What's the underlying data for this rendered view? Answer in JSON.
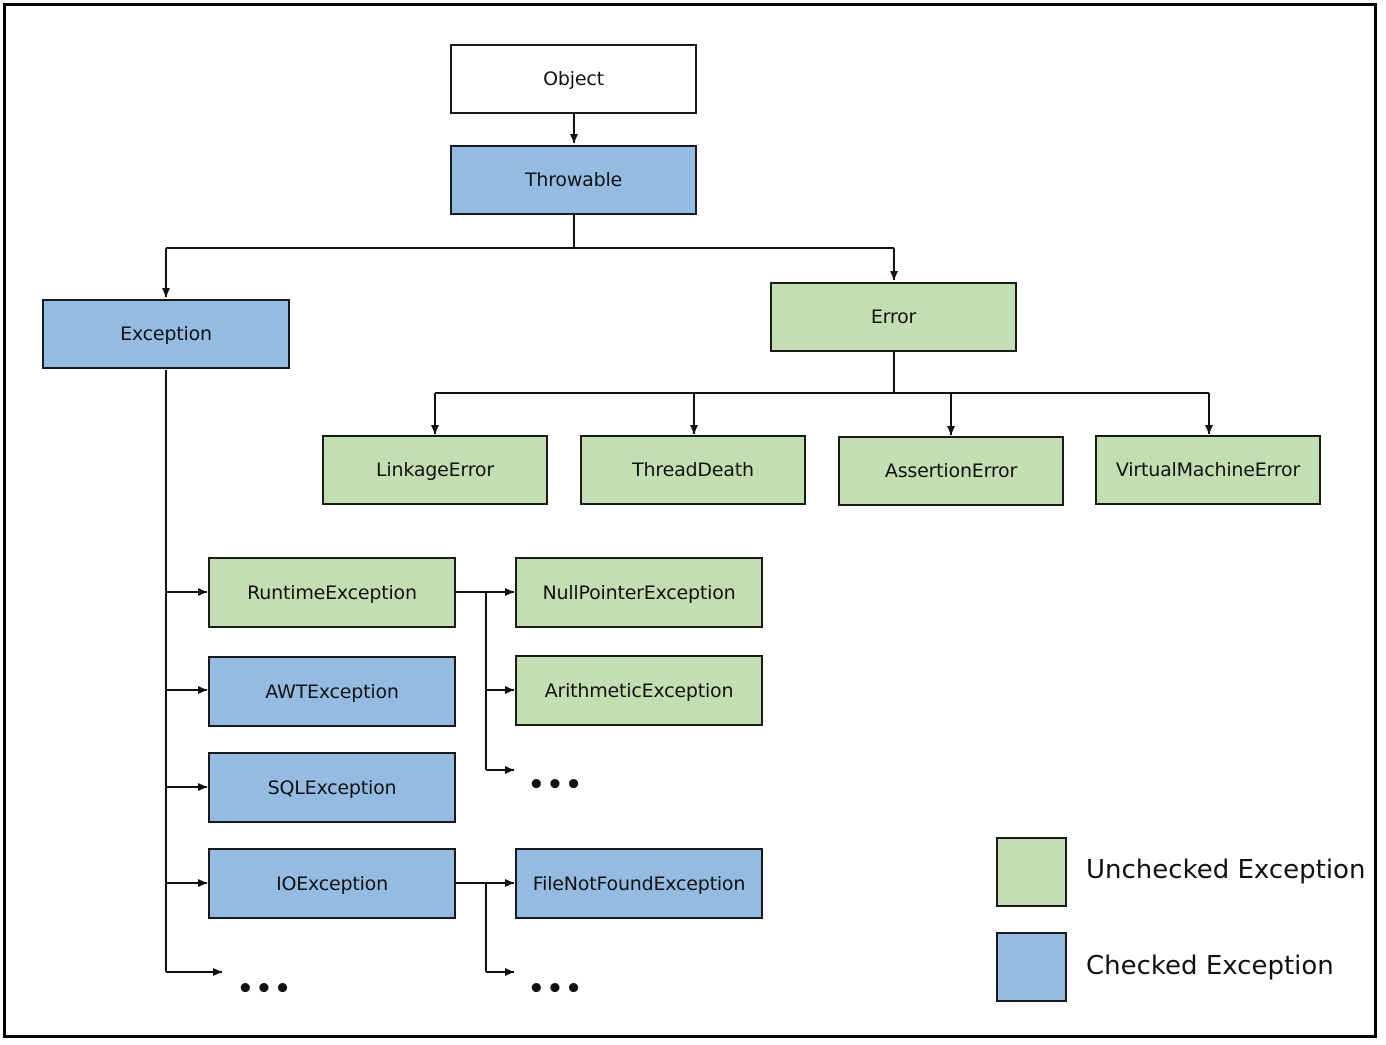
{
  "colors": {
    "checked": "#94bbe1",
    "unchecked": "#c3dfb2",
    "root": "#ffffff"
  },
  "nodes": {
    "object": "Object",
    "throwable": "Throwable",
    "exception": "Exception",
    "error": "Error",
    "linkage_error": "LinkageError",
    "thread_death": "ThreadDeath",
    "assertion_error": "AssertionError",
    "virtual_machine_error": "VirtualMachineError",
    "runtime_exception": "RuntimeException",
    "awt_exception": "AWTException",
    "sql_exception": "SQLException",
    "io_exception": "IOException",
    "null_pointer_exception": "NullPointerException",
    "arithmetic_exception": "ArithmeticException",
    "file_not_found_exception": "FileNotFoundException"
  },
  "ellipsis": "•••",
  "legend": {
    "unchecked": "Unchecked Exception",
    "checked": "Checked Exception"
  }
}
